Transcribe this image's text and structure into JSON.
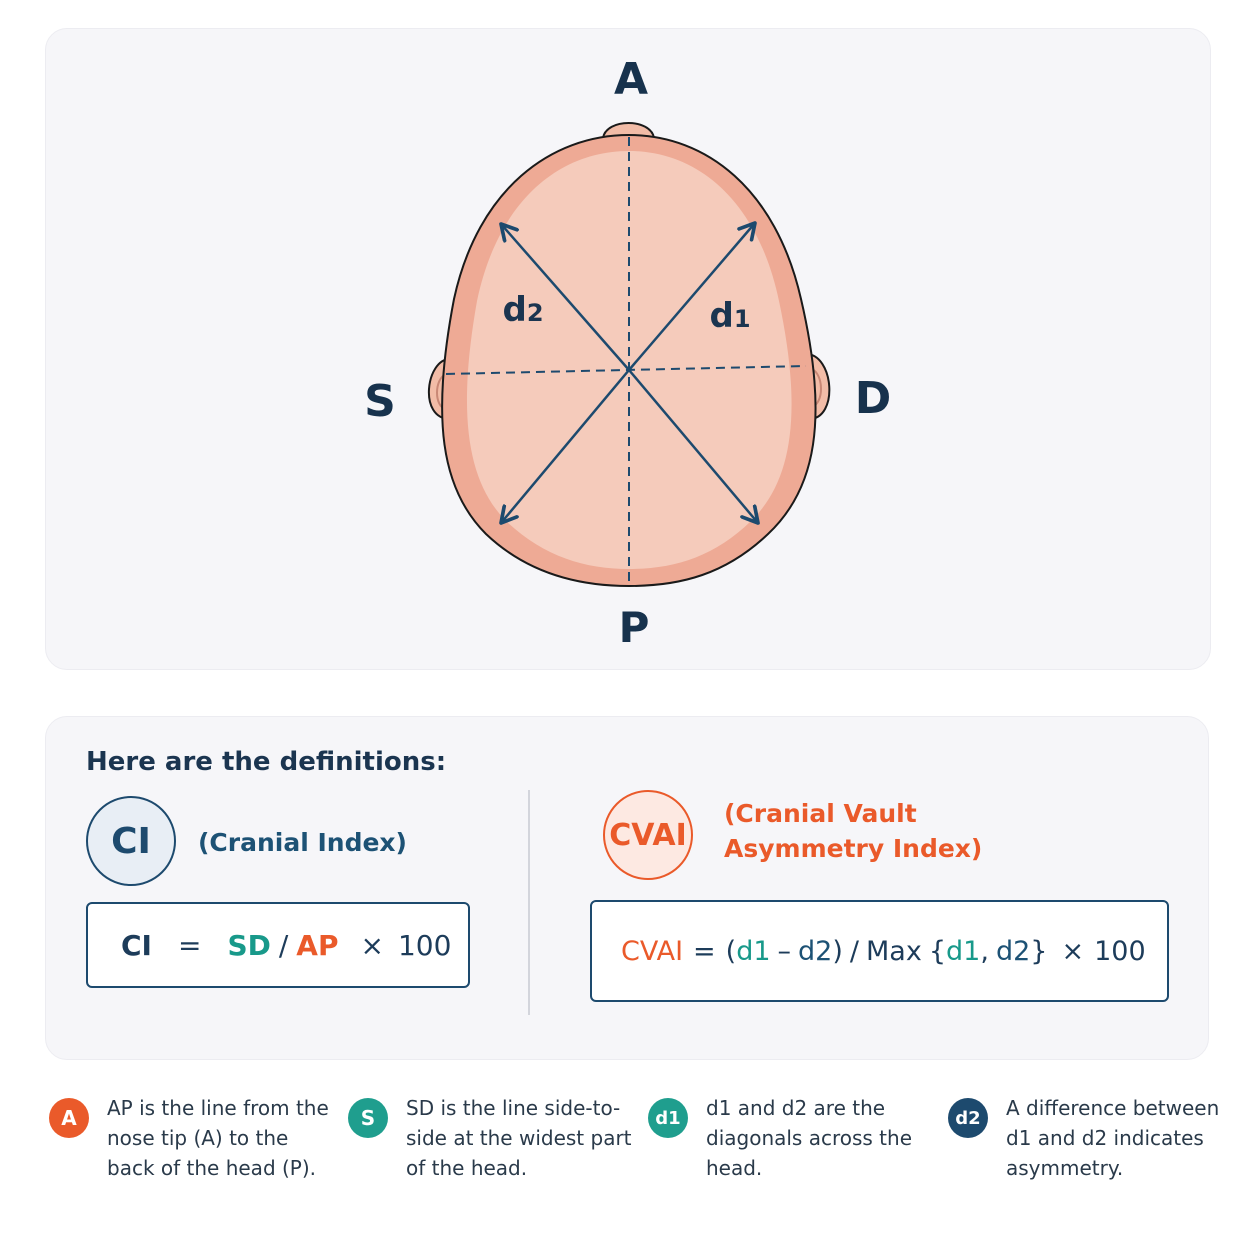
{
  "diagram": {
    "labels": {
      "anterior": "A",
      "posterior": "P",
      "left": "S",
      "right": "D",
      "diag2": "d2",
      "diag1": "d1"
    },
    "colors": {
      "head_fill": "#f4c7b5",
      "head_rim": "#eaa792",
      "line": "#1d4a6e"
    }
  },
  "definitions": {
    "heading": "Here are the definitions:",
    "ci": {
      "badge": "CI",
      "description": "(Cranial Index)",
      "formula": {
        "lhs": "CI",
        "eq": "=",
        "num": "SD",
        "slash": "/",
        "den": "AP",
        "times": "×",
        "factor": "100"
      }
    },
    "cvai": {
      "badge": "CVAI",
      "description_line1": "(Cranial Vault",
      "description_line2": "Asymmetry Index)",
      "formula": {
        "lhs": "CVAI",
        "eq": "=",
        "open": "(",
        "d1": "d1",
        "minus": "–",
        "d2": "d2",
        "close": ")",
        "slash": "/",
        "max": "Max",
        "brace_open": "{",
        "d1b": "d1",
        "comma": ",",
        "d2b": "d2",
        "brace_close": "}",
        "times": "×",
        "factor": "100"
      }
    }
  },
  "legend": [
    {
      "icon": "A",
      "color": "#ea5a2a",
      "text": "AP is the line from the nose tip (A) to the back of the head (P)."
    },
    {
      "icon": "S",
      "color": "#1f9e8e",
      "text": "SD is the line side-to-side at the widest part of the head."
    },
    {
      "icon": "d1",
      "color": "#1f9e8e",
      "text": "d1 and d2 are the diagonals across the head."
    },
    {
      "icon": "d2",
      "color": "#1d4a6e",
      "text": "A difference between d1 and d2 indicates asymmetry."
    }
  ]
}
